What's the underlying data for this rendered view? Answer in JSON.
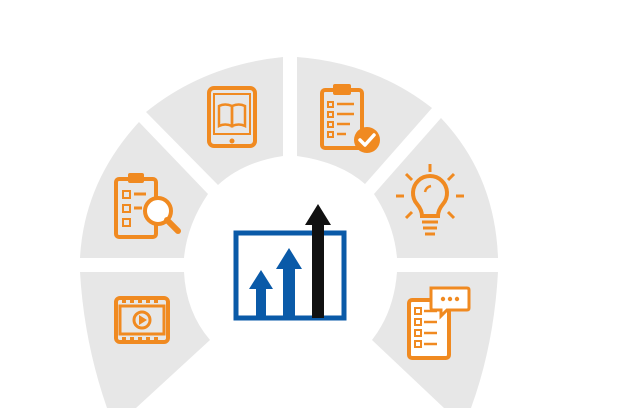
{
  "colors": {
    "background": "#ffffff",
    "segment_fill": "#e7e7e7",
    "icon_accent": "#f08a21",
    "chart_frame": "#0a5aa8",
    "arrow_blue": "#0a5aa8",
    "arrow_black": "#111111"
  },
  "segments": [
    {
      "id": "video",
      "icon": "video-film-icon"
    },
    {
      "id": "checklist-search",
      "icon": "checklist-search-icon"
    },
    {
      "id": "ebook",
      "icon": "tablet-book-icon"
    },
    {
      "id": "clipboard-check",
      "icon": "clipboard-check-icon"
    },
    {
      "id": "idea",
      "icon": "lightbulb-icon"
    },
    {
      "id": "survey-chat",
      "icon": "survey-chat-icon"
    }
  ],
  "center": {
    "icon": "growth-chart-icon"
  }
}
